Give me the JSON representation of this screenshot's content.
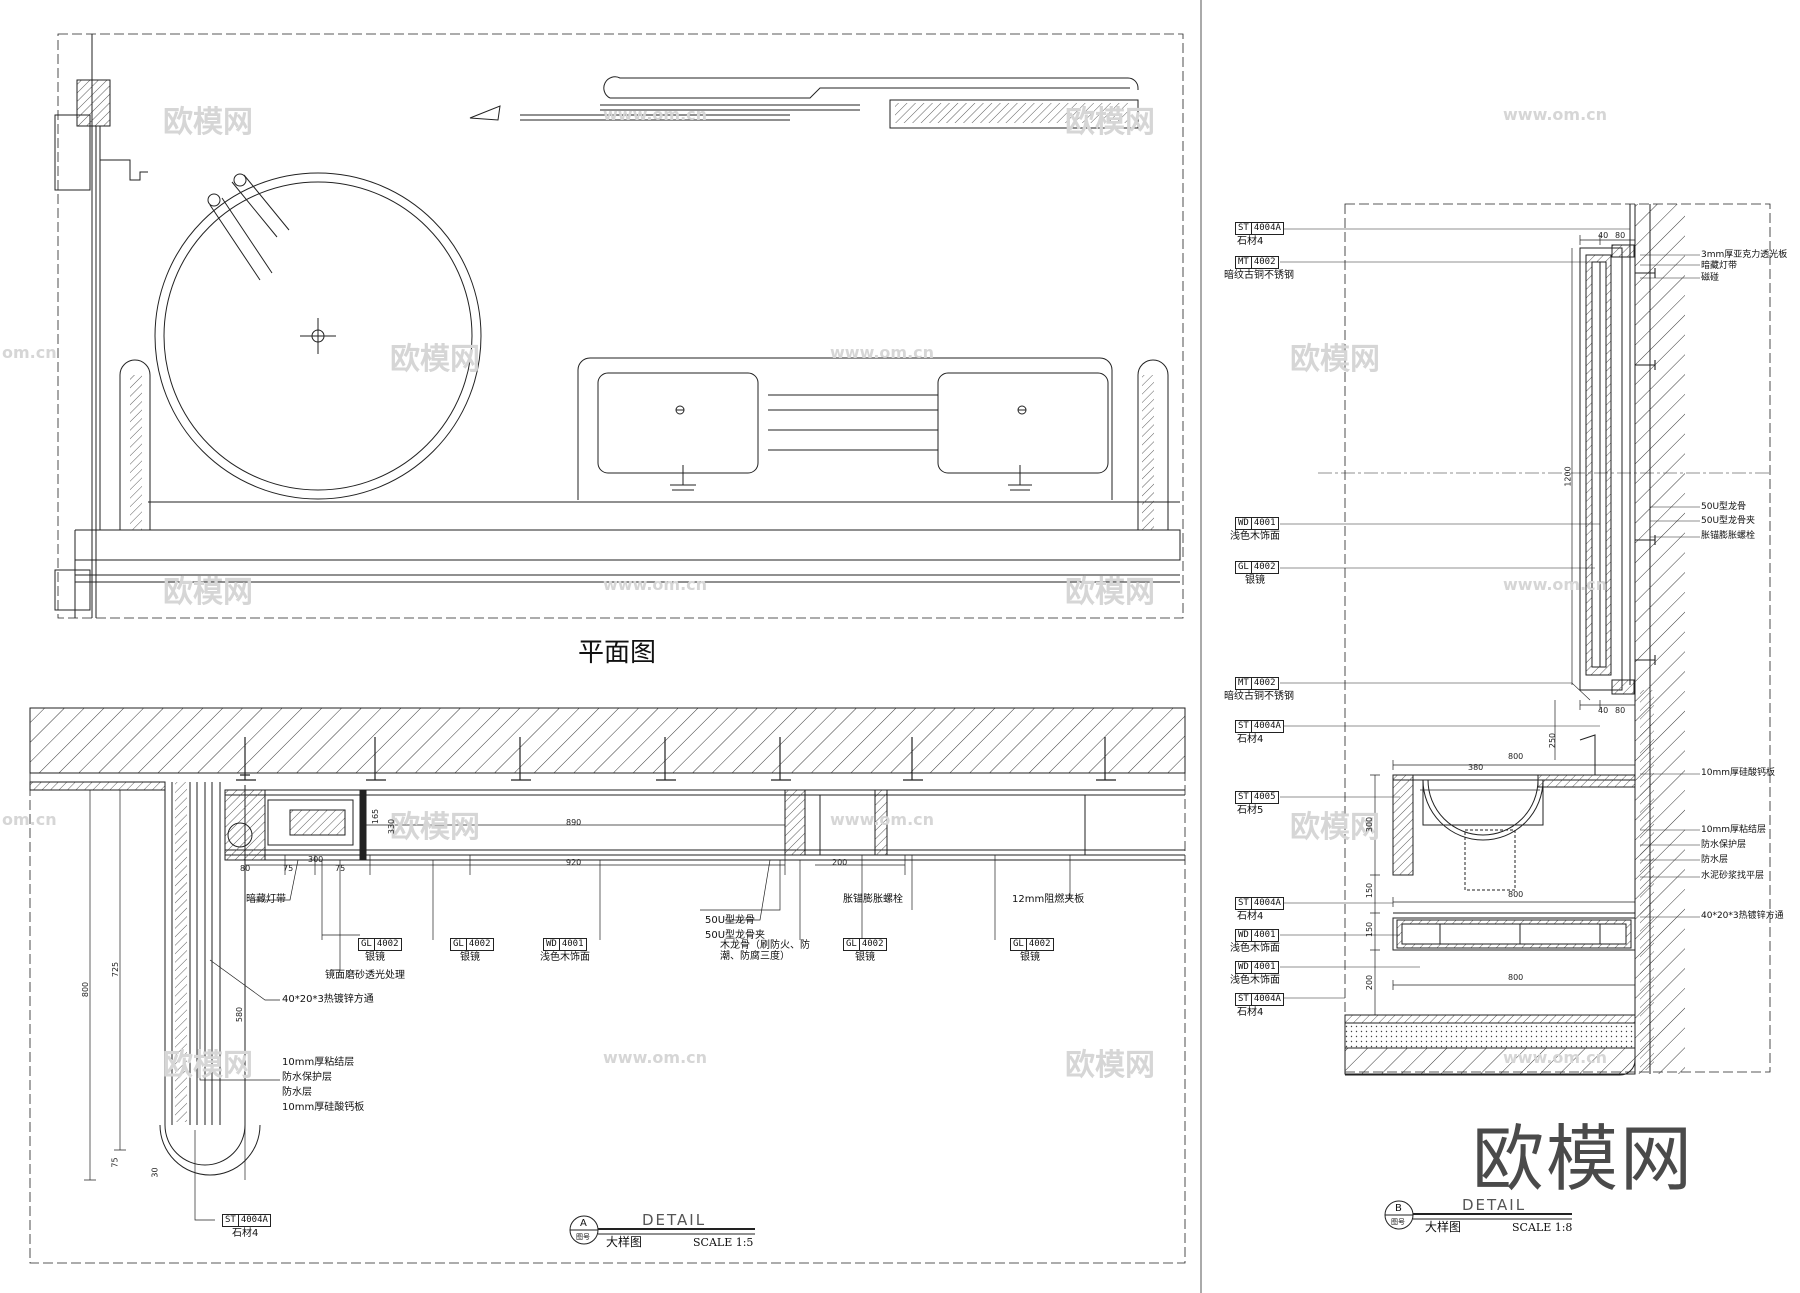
{
  "plan": {
    "title": "平面图"
  },
  "detail_a": {
    "detail_text": "DETAIL",
    "circle_letter": "A",
    "circle_sub": "图号",
    "name": "大样图",
    "scale": "SCALE 1:5",
    "dims": {
      "d80": "80",
      "d75a": "75",
      "d300": "300",
      "d75b": "75",
      "d890": "890",
      "d920": "920",
      "d200": "200",
      "d165": "165",
      "d330": "330",
      "d800": "800",
      "d725": "725",
      "d580": "580",
      "d75c": "75",
      "d30": "30"
    },
    "labels": {
      "light": "暗藏灯带",
      "keel50": "50U型龙骨",
      "keel50clip": "50U型龙骨夹",
      "bolt": "胀锚膨胀螺栓",
      "board12": "12mm阻燃夹板",
      "mirror_frost": "镜面磨砂透光处理",
      "wood_keel": "木龙骨（刷防火、防潮、防腐三度）",
      "steel_tube": "40*20*3热镀锌方通",
      "adhesive": "10mm厚粘结层",
      "wp_protect": "防水保护层",
      "wp_layer": "防水层",
      "calcium_board": "10mm厚硅酸钙板"
    },
    "tags": [
      {
        "code": "GL",
        "num": "4002",
        "name": "银镜"
      },
      {
        "code": "GL",
        "num": "4002",
        "name": "银镜"
      },
      {
        "code": "WD",
        "num": "4001",
        "name": "浅色木饰面"
      },
      {
        "code": "GL",
        "num": "4002",
        "name": "银镜"
      },
      {
        "code": "GL",
        "num": "4002",
        "name": "银镜"
      },
      {
        "code": "ST",
        "num": "4004A",
        "name": "石材4"
      }
    ]
  },
  "detail_b": {
    "detail_text": "DETAIL",
    "circle_letter": "B",
    "circle_sub": "图号",
    "name": "大样图",
    "scale": "SCALE 1:8",
    "dims": {
      "d40": "40",
      "d80a": "80",
      "d1200": "1200",
      "d40b": "40",
      "d80b": "80",
      "d250": "250",
      "d380": "380",
      "d800a": "800",
      "d300": "300",
      "d150a": "150",
      "d800b": "800",
      "d150b": "150",
      "d200": "200",
      "d800c": "800"
    },
    "tags": [
      {
        "code": "ST",
        "num": "4004A",
        "name": "石材4"
      },
      {
        "code": "MT",
        "num": "4002",
        "name": "暗纹古铜不锈钢"
      },
      {
        "code": "WD",
        "num": "4001",
        "name": "浅色木饰面"
      },
      {
        "code": "GL",
        "num": "4002",
        "name": "银镜"
      },
      {
        "code": "MT",
        "num": "4002",
        "name": "暗纹古铜不锈钢"
      },
      {
        "code": "ST",
        "num": "4004A",
        "name": "石材4"
      },
      {
        "code": "ST",
        "num": "4005",
        "name": "石材5"
      },
      {
        "code": "ST",
        "num": "4004A",
        "name": "石材4"
      },
      {
        "code": "WD",
        "num": "4001",
        "name": "浅色木饰面"
      },
      {
        "code": "WD",
        "num": "4001",
        "name": "浅色木饰面"
      },
      {
        "code": "ST",
        "num": "4004A",
        "name": "石材4"
      }
    ],
    "right_labels": {
      "acrylic": "3mm厚亚克力透光板",
      "light": "暗藏灯带",
      "magnet": "磁碰",
      "keel50": "50U型龙骨",
      "keel50clip": "50U型龙骨夹",
      "bolt": "胀锚膨胀螺栓",
      "calcium": "10mm厚硅酸钙板",
      "adhesive": "10mm厚粘结层",
      "wp_protect": "防水保护层",
      "wp_layer": "防水层",
      "mortar": "水泥砂浆找平层",
      "steel": "40*20*3热镀锌方通"
    }
  },
  "watermarks": {
    "brand": "欧模网",
    "url": "www.om.cn",
    "url_partial": "om.cn",
    "big": "欧模网"
  }
}
